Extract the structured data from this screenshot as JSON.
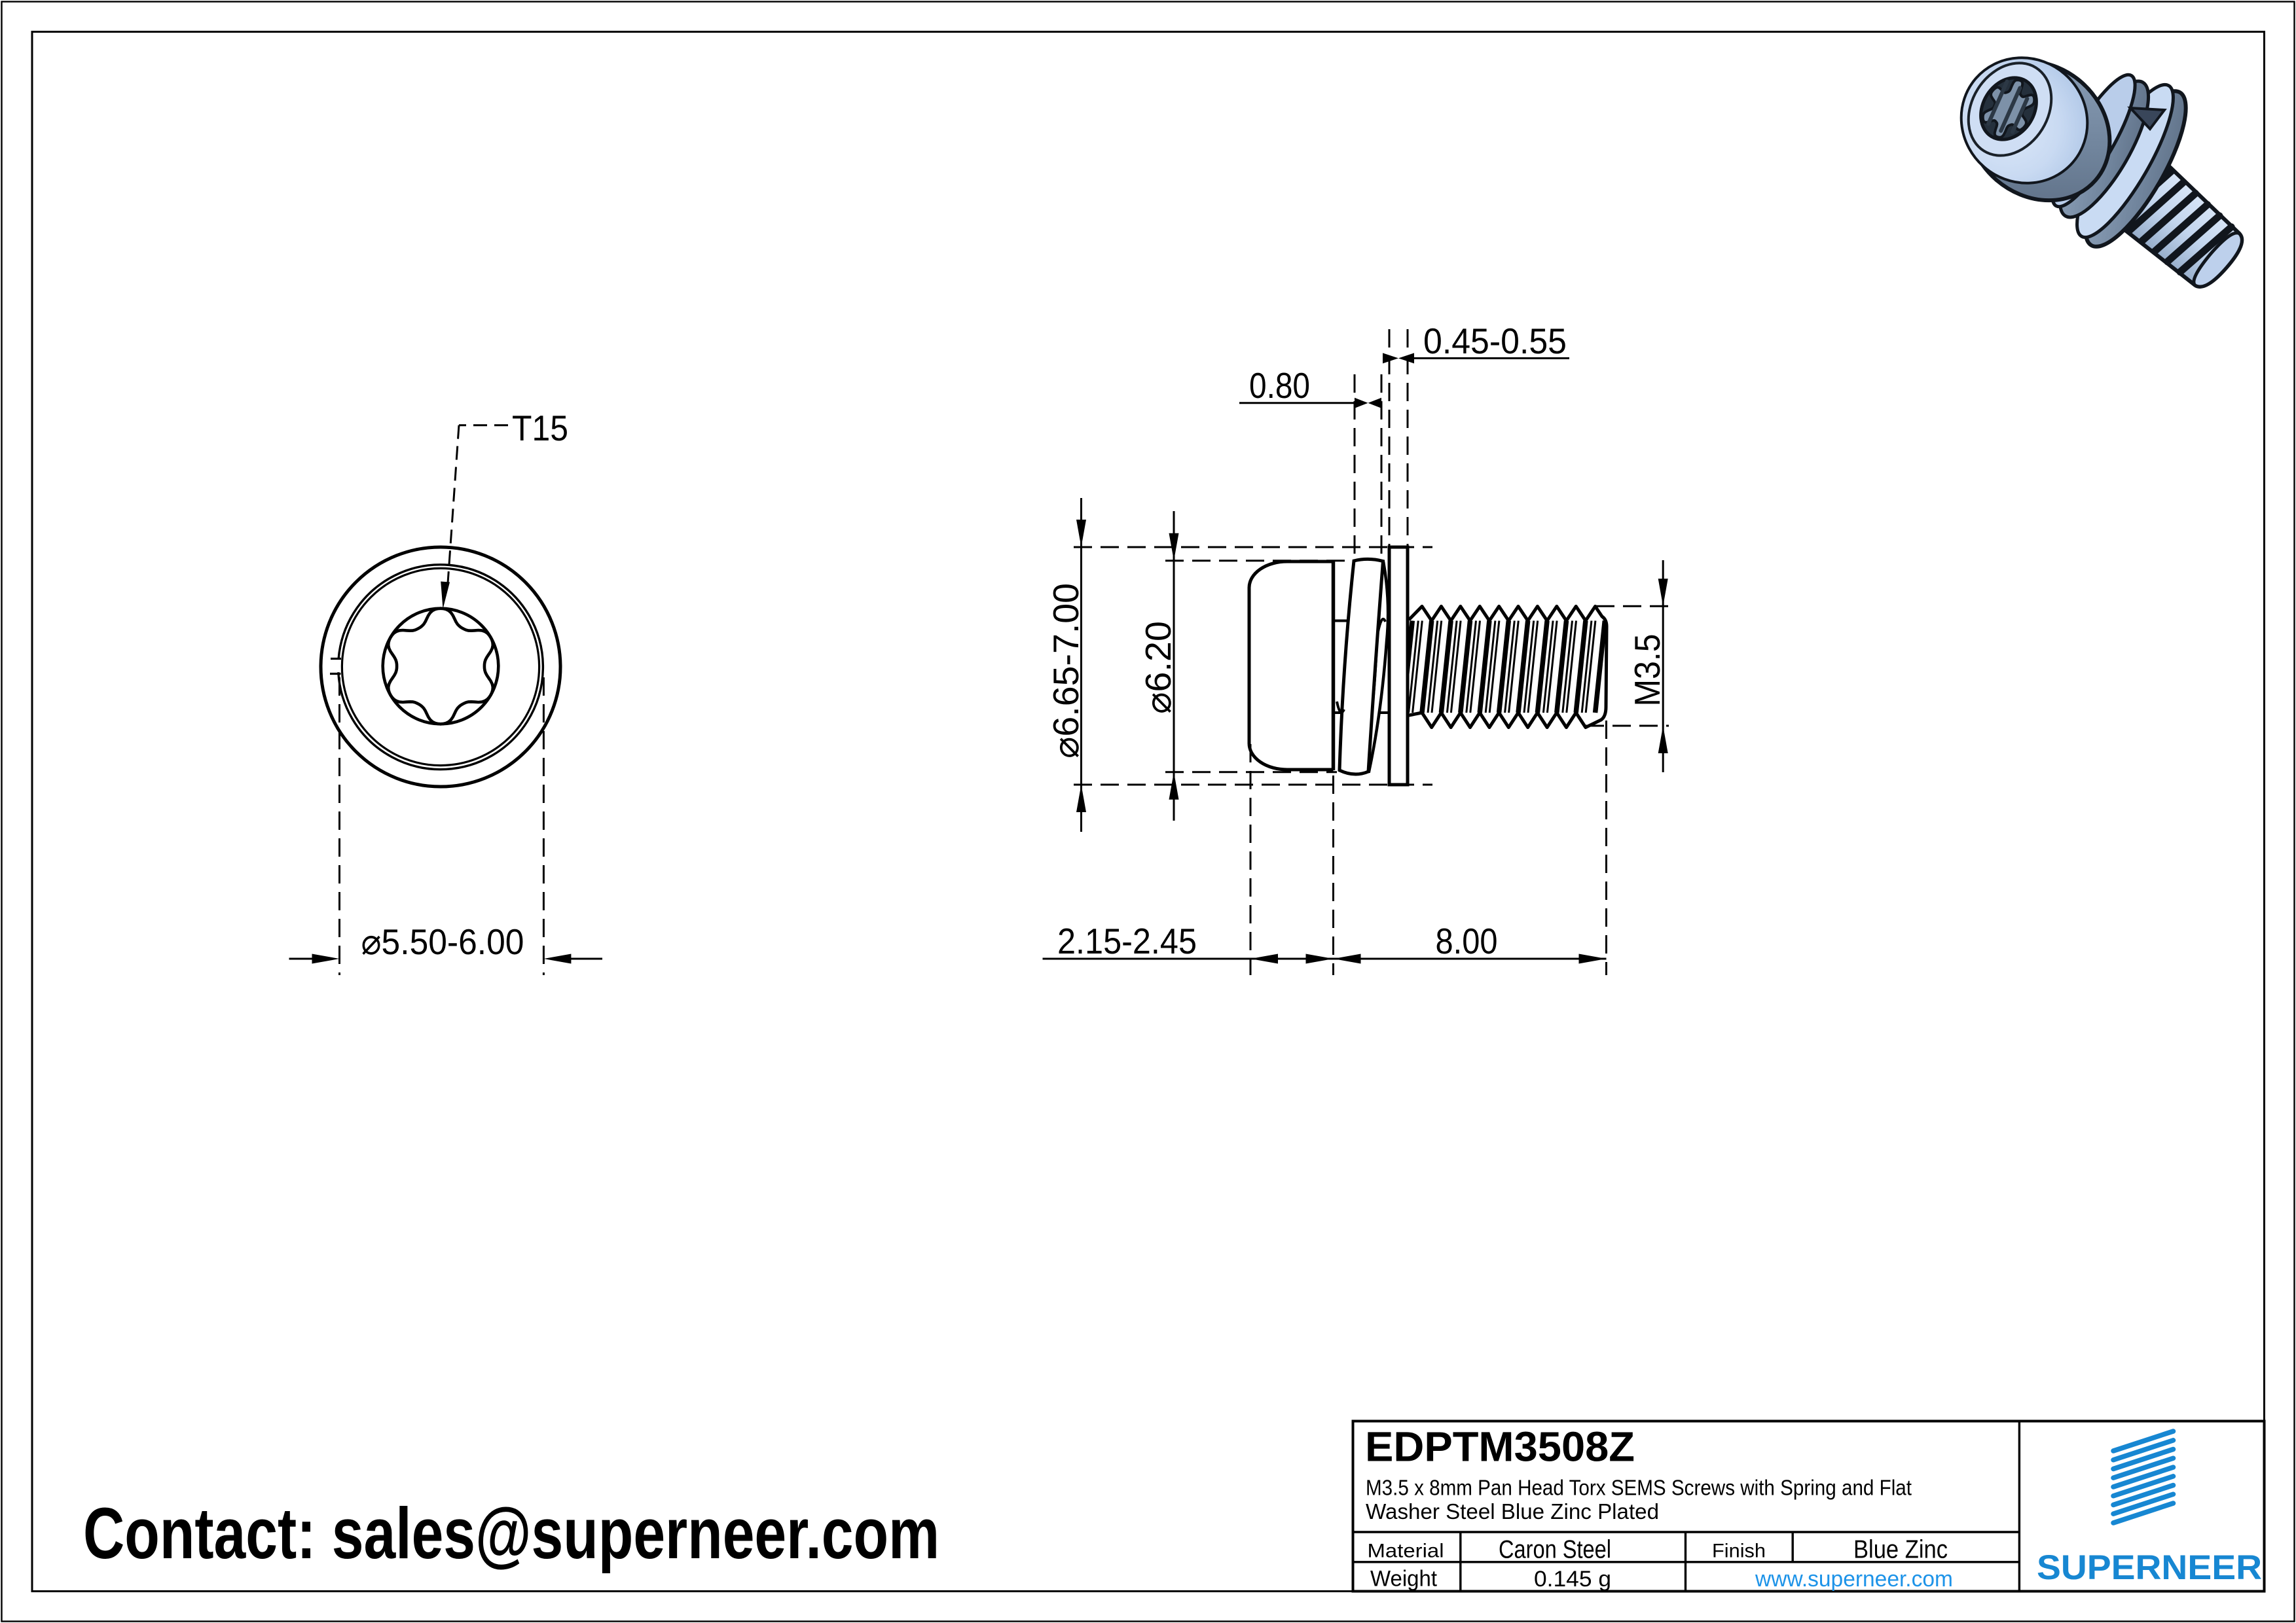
{
  "document": {
    "type": "engineering-drawing",
    "background": "#ffffff"
  },
  "views": {
    "front_view": {
      "torx_label": "T15",
      "diameter_label": "⌀5.50-6.00"
    },
    "side_view": {
      "washer_thickness_label": "0.45-0.55",
      "spring_thickness_label": "0.80",
      "washer_od_label": "⌀6.65-7.00",
      "head_od_label": "⌀6.20",
      "thread_label": "M3.5",
      "head_height_label": "2.15-2.45",
      "thread_length_label": "8.00"
    }
  },
  "contact": {
    "label": "Contact: sales@superneer.com"
  },
  "title_block": {
    "part_number": "EDPTM3508Z",
    "description_line1": "M3.5 x 8mm Pan Head Torx SEMS Screws with Spring and Flat",
    "description_line2": "Washer Steel Blue Zinc Plated",
    "material_label": "Material",
    "material_value": "Caron Steel",
    "finish_label": "Finish",
    "finish_value": "Blue Zinc",
    "weight_label": "Weight",
    "weight_value": "0.145 g",
    "website": "www.superneer.com",
    "brand": "SUPERNEER"
  },
  "colors": {
    "line": "#000000",
    "brand_blue": "#1787d2",
    "link_blue": "#1d93e8",
    "screw_render_light": "#c9daf2",
    "screw_render_shadow": "#70849c"
  }
}
